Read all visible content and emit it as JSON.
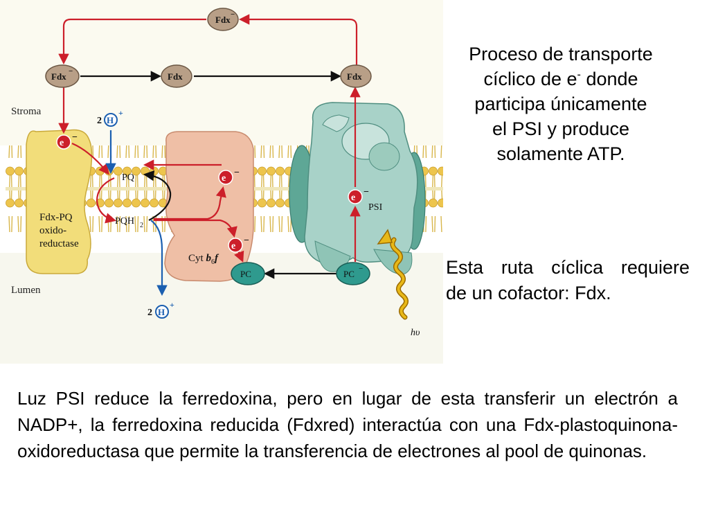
{
  "diagram": {
    "stroma_label": "Stroma",
    "lumen_label": "Lumen",
    "fdx_top": "Fdx",
    "fdx_top_charge": "−",
    "fdx_left": "Fdx",
    "fdx_left_charge": "−",
    "fdx_mid": "Fdx",
    "fdx_right": "Fdx",
    "proton_top_count": "2",
    "proton_bottom_count": "2",
    "proton_symbol": "H",
    "proton_charge": "+",
    "electron_symbol": "e",
    "electron_charge": "−",
    "pq_label": "PQ",
    "pqh2_label": "PQH",
    "pqh2_subscript": "2",
    "fdx_pq_line1": "Fdx-PQ",
    "fdx_pq_line2": "oxido-",
    "fdx_pq_line3": "reductase",
    "cyt_label_prefix": "Cyt ",
    "cyt_label_b": "b",
    "cyt_label_sub": "6",
    "cyt_label_f": "f",
    "psi_label": "PSI",
    "pc_left": "PC",
    "pc_right": "PC",
    "pc_right_charge": "−",
    "hv_label": "hυ",
    "colors": {
      "red_arrow": "#cc1f2a",
      "blue_arrow": "#1b5fb0",
      "fdx_fill": "#b89f87",
      "fdx_pq_fill": "#f2dd7a",
      "cyt_fill": "#efbfa6",
      "psi_fill": "#a8d2c8",
      "pc_fill": "#2f9a8e",
      "photon": "#e8b818"
    }
  },
  "caption_top": {
    "line1": "Proceso de transporte",
    "line2": "cíclico de e",
    "line2_sup": "-",
    "line2_tail": " donde",
    "line3": "participa únicamente",
    "line4": "el PSI y produce",
    "line5": "solamente ATP."
  },
  "caption_mid": {
    "line1": "Esta ruta cíclica requiere",
    "line2": "de un cofactor: Fdx."
  },
  "body_paragraph": "Luz PSI reduce la ferredoxina, pero en lugar de esta transferir un electrón a NADP+, la ferredoxina reducida (Fdxred) interactúa con una Fdx-plastoquinona-oxidoreductasa que permite la transferencia de electrones al pool de quinonas."
}
